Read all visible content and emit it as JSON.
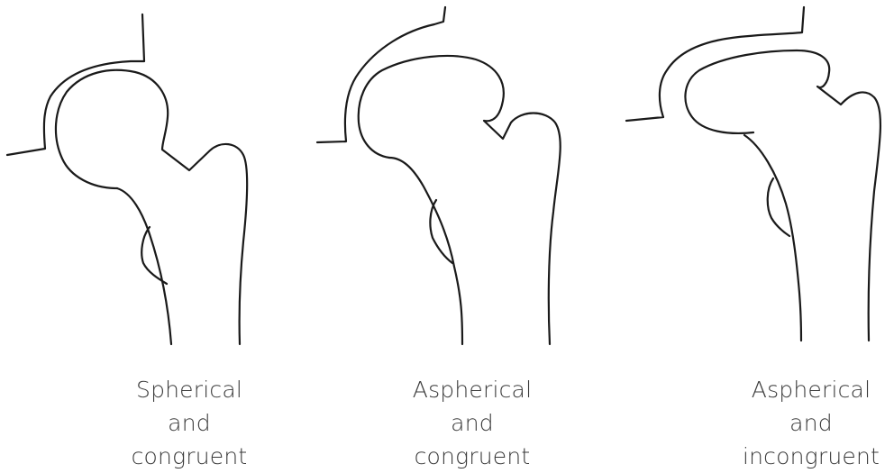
{
  "panels": [
    {
      "label_lines": [
        "Spherical",
        "and",
        "congruent"
      ]
    },
    {
      "label_lines": [
        "Aspherical",
        "and",
        "congruent"
      ]
    },
    {
      "label_lines": [
        "Aspherical",
        "and",
        "incongruent"
      ]
    }
  ]
}
